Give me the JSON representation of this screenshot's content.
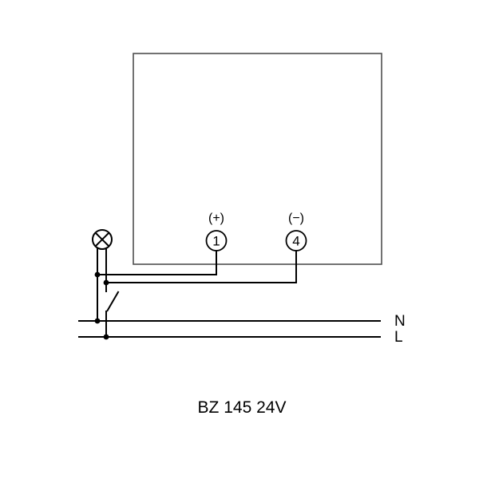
{
  "diagram": {
    "caption": "BZ 145 24V",
    "device": {
      "terminals": [
        {
          "polarity": "(+)",
          "number": "1"
        },
        {
          "polarity": "(−)",
          "number": "4"
        }
      ]
    },
    "supply": {
      "neutral_label": "N",
      "line_label": "L"
    },
    "symbols": [
      {
        "name": "lamp-icon"
      },
      {
        "name": "switch-icon"
      }
    ],
    "colors": {
      "background": "#ffffff",
      "wire": "#000000",
      "device_box_outline": "#4f4f4f",
      "text": "#000000"
    }
  }
}
